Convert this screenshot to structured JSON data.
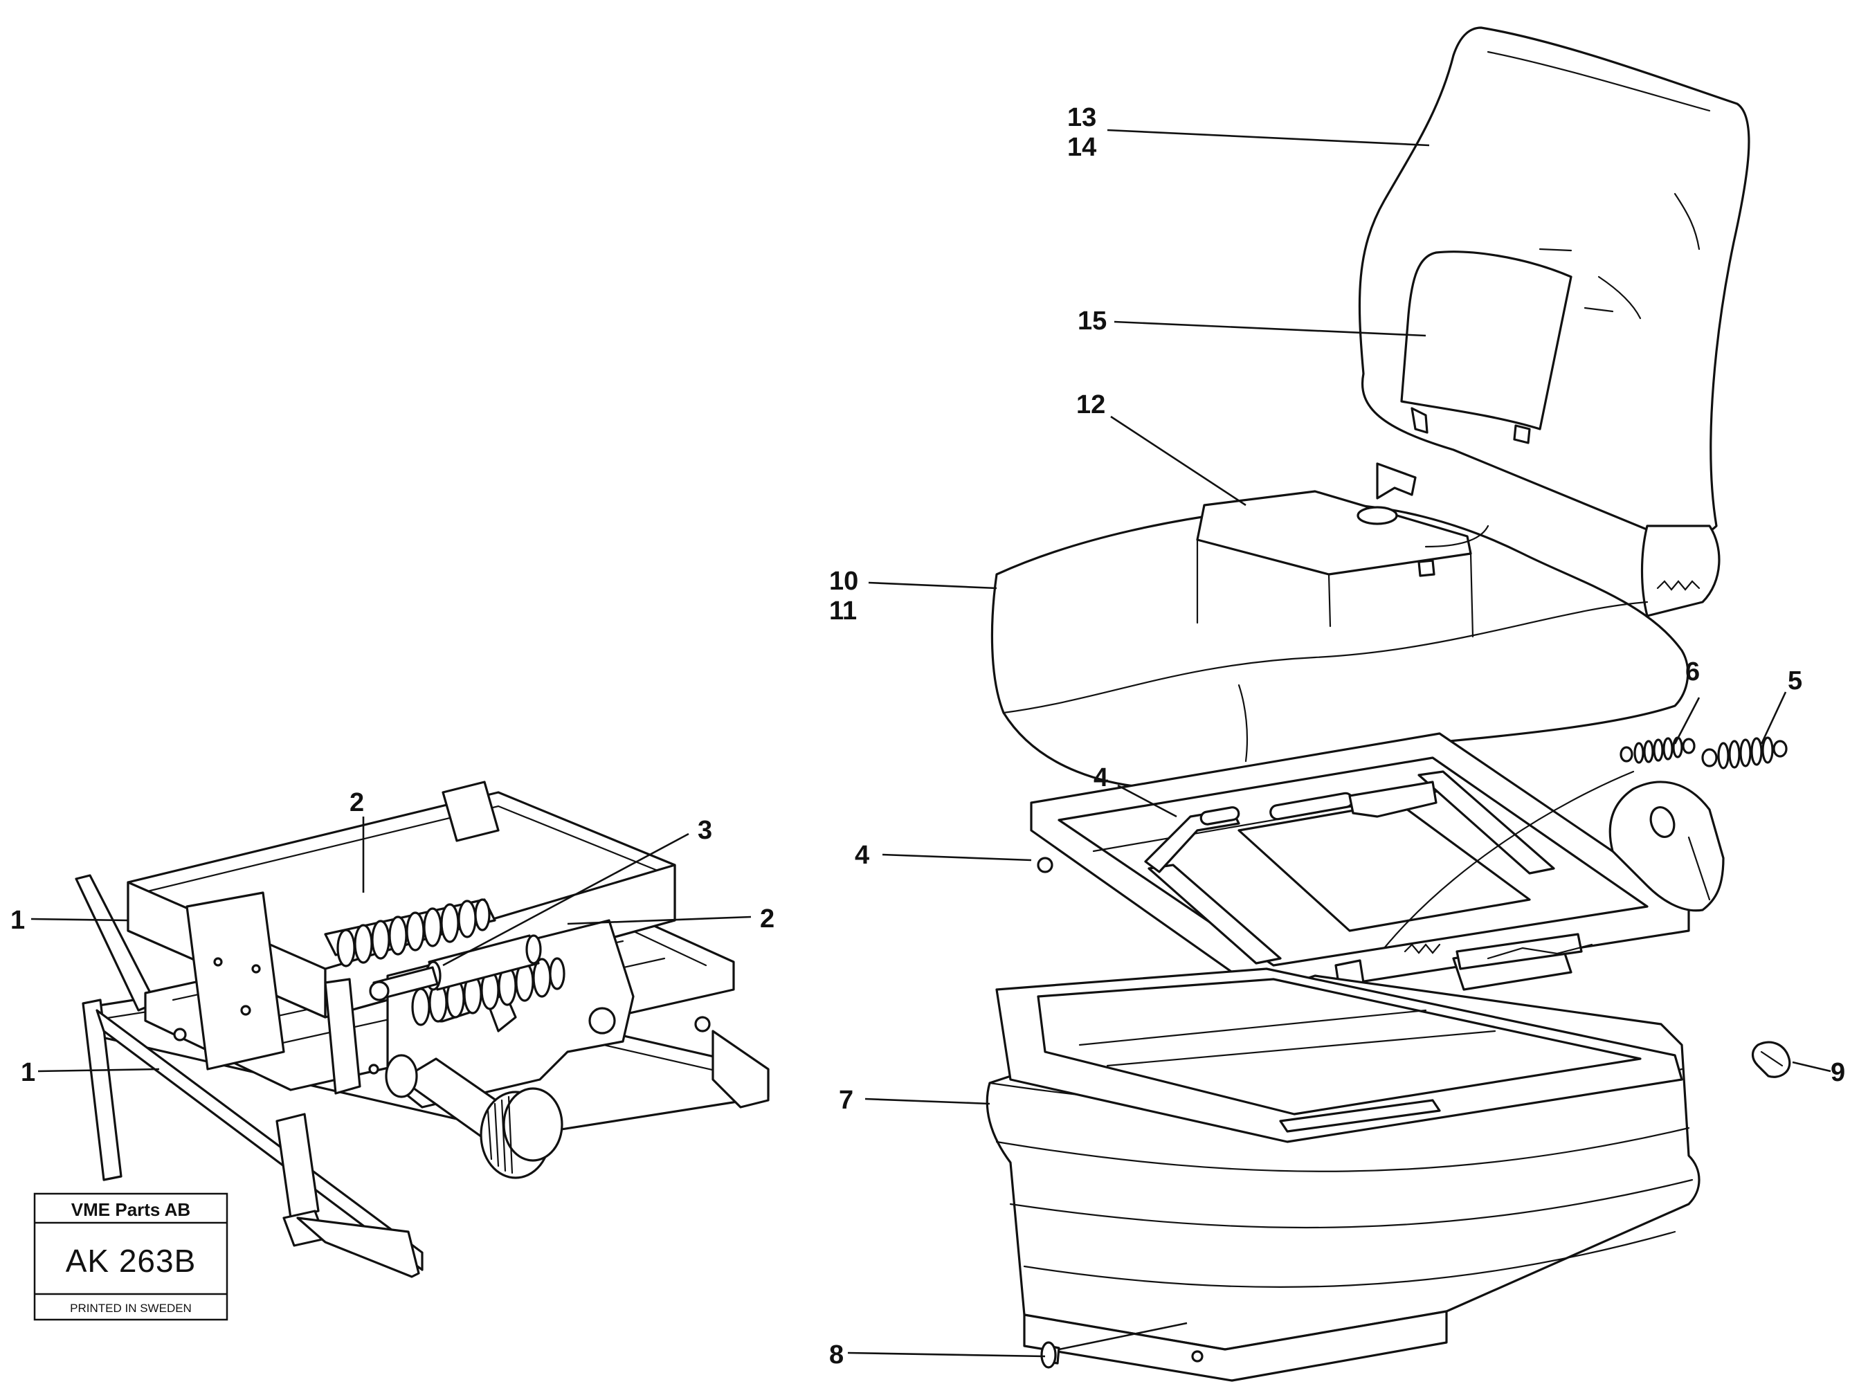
{
  "callouts": {
    "c1a": "1",
    "c1b": "1",
    "c2a": "2",
    "c2b": "2",
    "c3": "3",
    "c4a": "4",
    "c4b": "4",
    "c5": "5",
    "c6": "6",
    "c7": "7",
    "c8": "8",
    "c9": "9",
    "c10": "10",
    "c11": "11",
    "c12": "12",
    "c13": "13",
    "c14": "14",
    "c15": "15"
  },
  "stamp": {
    "company": "VME Parts AB",
    "code": "AK 263B",
    "footer": "PRINTED IN SWEDEN"
  }
}
